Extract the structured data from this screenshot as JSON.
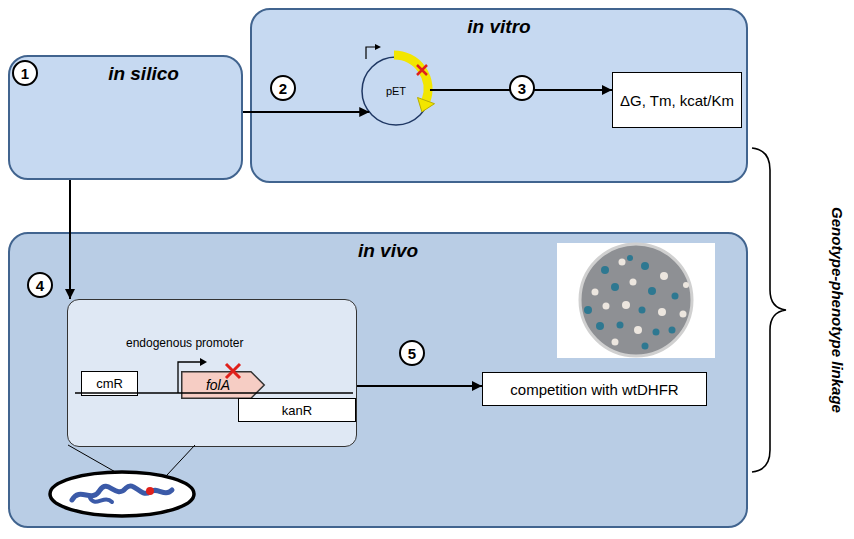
{
  "diagram": {
    "nodes": [
      {
        "text": [
          "in silico"
        ]
      },
      {
        "text": [
          "in vitro"
        ]
      },
      {
        "text": [
          "pET"
        ],
        "in": 1
      },
      {
        "text": [
          "ΔG, Tm, kcat/Km"
        ],
        "in": 1
      },
      {
        "text": [
          "in vivo"
        ]
      },
      {
        "text": [
          "endogenous promoter"
        ],
        "in": 4
      },
      {
        "text": [
          "cmR"
        ],
        "in": 5
      },
      {
        "text": [
          "folA"
        ],
        "in": 5
      },
      {
        "text": [
          "kanR"
        ],
        "in": 5
      },
      {
        "text": [
          "competition with wtDHFR"
        ],
        "in": 4
      }
    ],
    "edges": [
      {
        "from": 0,
        "to": 2,
        "arrow": "to",
        "label": "2"
      },
      {
        "from": 2,
        "to": 3,
        "arrow": "to",
        "label": "3"
      },
      {
        "from": 0,
        "to": 5,
        "arrow": "to",
        "label": "4"
      },
      {
        "from": 5,
        "to": 9,
        "arrow": "to",
        "label": "5"
      }
    ],
    "labels": [
      "1",
      "Genotype-phenotype linkage"
    ]
  }
}
